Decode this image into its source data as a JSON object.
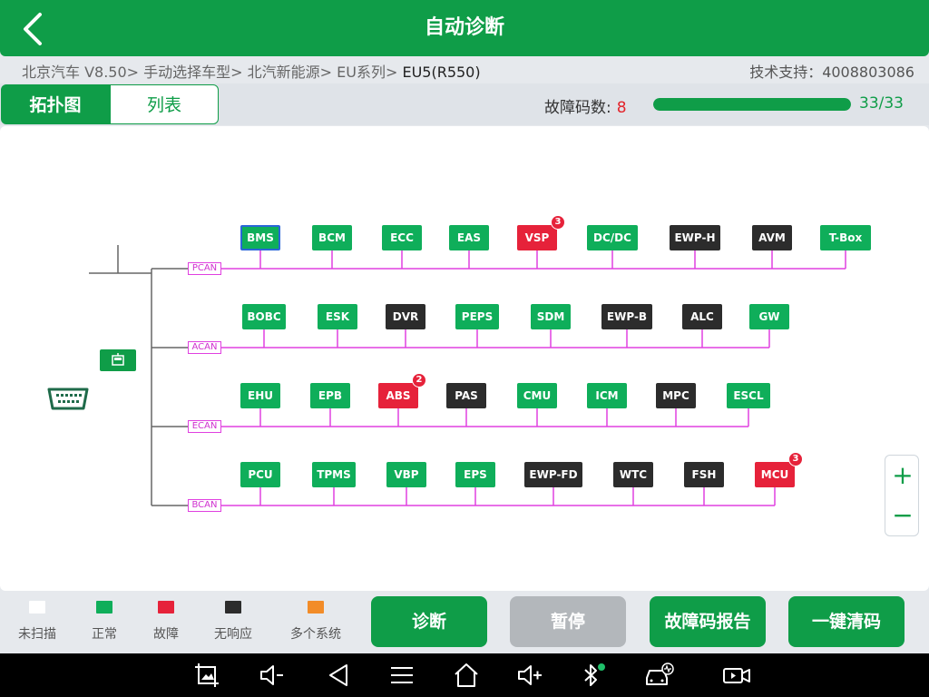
{
  "header": {
    "title": "自动诊断"
  },
  "breadcrumb": {
    "path": "北京汽车 V8.50> 手动选择车型> 北汽新能源> EU系列> ",
    "current": "EU5(R550)"
  },
  "support": {
    "text": "技术支持：4008803086"
  },
  "tabs": {
    "topology": "拓扑图",
    "list": "列表"
  },
  "status": {
    "dtc_label": "故障码数:",
    "dtc_count": "8",
    "progress_text": "33/33",
    "progress_fraction": 1.0
  },
  "buses": [
    {
      "name": "PCAN",
      "nodes": [
        {
          "label": "BMS",
          "state": "normal",
          "selected": true
        },
        {
          "label": "BCM",
          "state": "normal"
        },
        {
          "label": "ECC",
          "state": "normal"
        },
        {
          "label": "EAS",
          "state": "normal"
        },
        {
          "label": "VSP",
          "state": "fault",
          "badge": "3"
        },
        {
          "label": "DC/DC",
          "state": "normal"
        },
        {
          "label": "EWP-H",
          "state": "noresp"
        },
        {
          "label": "AVM",
          "state": "noresp"
        },
        {
          "label": "T-Box",
          "state": "normal"
        }
      ]
    },
    {
      "name": "ACAN",
      "nodes": [
        {
          "label": "BOBC",
          "state": "normal"
        },
        {
          "label": "ESK",
          "state": "normal"
        },
        {
          "label": "DVR",
          "state": "noresp"
        },
        {
          "label": "PEPS",
          "state": "normal"
        },
        {
          "label": "SDM",
          "state": "normal"
        },
        {
          "label": "EWP-B",
          "state": "noresp"
        },
        {
          "label": "ALC",
          "state": "noresp"
        },
        {
          "label": "GW",
          "state": "normal"
        }
      ]
    },
    {
      "name": "ECAN",
      "nodes": [
        {
          "label": "EHU",
          "state": "normal"
        },
        {
          "label": "EPB",
          "state": "normal"
        },
        {
          "label": "ABS",
          "state": "fault",
          "badge": "2"
        },
        {
          "label": "PAS",
          "state": "noresp"
        },
        {
          "label": "CMU",
          "state": "normal"
        },
        {
          "label": "ICM",
          "state": "normal"
        },
        {
          "label": "MPC",
          "state": "noresp"
        },
        {
          "label": "ESCL",
          "state": "normal"
        }
      ]
    },
    {
      "name": "BCAN",
      "nodes": [
        {
          "label": "PCU",
          "state": "normal"
        },
        {
          "label": "TPMS",
          "state": "normal"
        },
        {
          "label": "VBP",
          "state": "normal"
        },
        {
          "label": "EPS",
          "state": "normal"
        },
        {
          "label": "EWP-FD",
          "state": "noresp"
        },
        {
          "label": "WTC",
          "state": "noresp"
        },
        {
          "label": "FSH",
          "state": "noresp"
        },
        {
          "label": "MCU",
          "state": "fault",
          "badge": "3"
        }
      ]
    }
  ],
  "zoom": {
    "in": "+",
    "out": "−"
  },
  "legend": [
    {
      "label": "未扫描",
      "color": "#ffffff"
    },
    {
      "label": "正常",
      "color": "#0fae5a"
    },
    {
      "label": "故障",
      "color": "#e6223a"
    },
    {
      "label": "无响应",
      "color": "#2c2c2c"
    },
    {
      "label": "多个系统",
      "color": "#f28c28"
    }
  ],
  "actions": {
    "diagnose": "诊断",
    "pause": "暂停",
    "report": "故障码报告",
    "clear": "一键清码"
  },
  "colors": {
    "primary": "#0f9d48",
    "normal": "#0fae5a",
    "fault": "#e6223a",
    "noresp": "#2c2c2c",
    "bus_line": "#e040e0"
  },
  "navbar_icons": [
    "screenshot-icon",
    "volume-down-icon",
    "back-triangle-icon",
    "menu-icon",
    "home-icon",
    "volume-up-icon",
    "bluetooth-icon",
    "car-diagnostic-icon",
    "video-record-icon"
  ]
}
